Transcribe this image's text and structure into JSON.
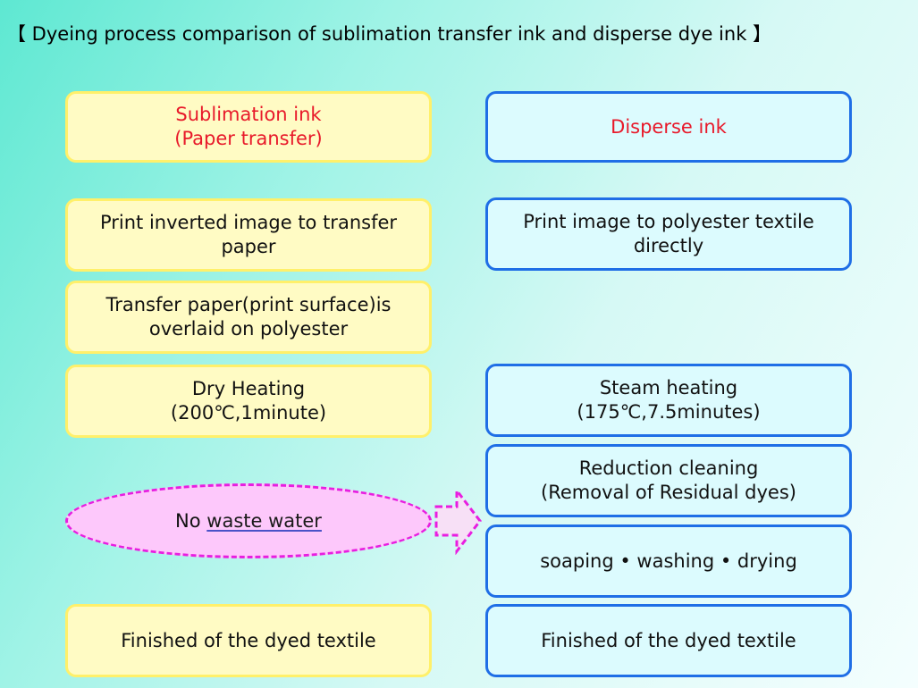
{
  "title": "【 Dyeing process comparison of sublimation transfer ink and disperse dye ink 】",
  "left": {
    "header": [
      "Sublimation ink",
      "(Paper transfer)"
    ],
    "step1": [
      "Print inverted image to transfer",
      "paper"
    ],
    "step2": [
      "Transfer paper(print surface)is",
      "overlaid on polyester"
    ],
    "step3": [
      "Dry Heating",
      "(200℃,1minute)"
    ],
    "no_waste_prefix": "No ",
    "no_waste_word": "waste water",
    "finish": "Finished of the dyed textile"
  },
  "right": {
    "header": "Disperse ink",
    "step1": [
      "Print image to polyester textile",
      "directly"
    ],
    "step3": [
      "Steam heating",
      "(175℃,7.5minutes)"
    ],
    "step4": [
      "Reduction cleaning",
      "(Removal of Residual dyes)"
    ],
    "step5": "soaping • washing • drying",
    "finish": "Finished of the dyed textile"
  },
  "colors": {
    "left_fill": "#fffbc4",
    "left_border": "#fff06a",
    "right_fill": "#dcfbfe",
    "right_border": "#1f6ee6",
    "header_text": "#e8192a",
    "ellipse_fill": "#fdc8fb",
    "ellipse_border": "#e81ee0"
  }
}
